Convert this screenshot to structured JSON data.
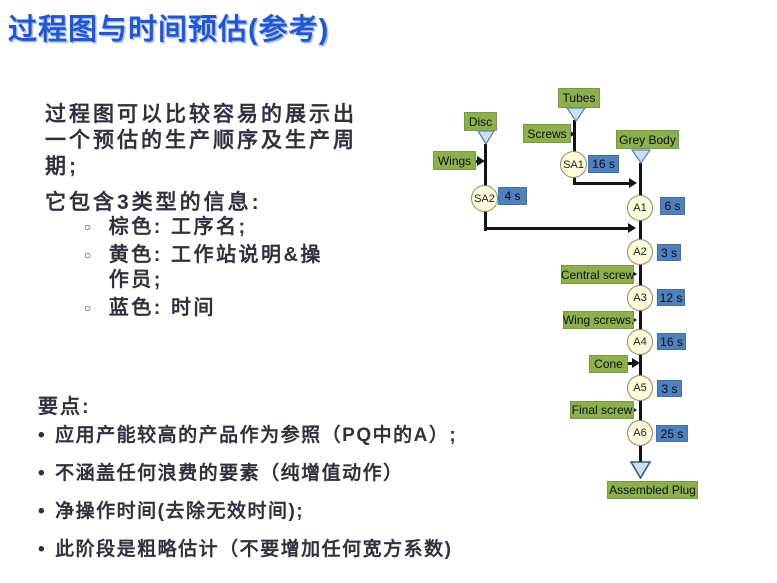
{
  "title": "过程图与时间预估(参考)",
  "intro": {
    "paragraph": "过程图可以比较容易的展示出一个预估的生产顺序及生产周期;",
    "heading": "它包含3类型的信息:",
    "legend": [
      {
        "label": "棕色: 工序名;"
      },
      {
        "label": "黄色: 工作站说明&操作员;"
      },
      {
        "label": "蓝色: 时间"
      }
    ]
  },
  "key_points": {
    "heading": "要点:",
    "items": [
      {
        "label": "应用产能较高的产品作为参照（PQ中的A）;"
      },
      {
        "label": "不涵盖任何浪费的要素（纯增值动作）"
      },
      {
        "label": "净操作时间(去除无效时间);"
      },
      {
        "label": "此阶段是粗略估计（不要增加任何宽方系数)"
      }
    ]
  },
  "diagram": {
    "process_boxes": [
      {
        "label": "Tubes"
      },
      {
        "label": "Disc"
      },
      {
        "label": "Screws"
      },
      {
        "label": "Grey Body"
      },
      {
        "label": "Wings"
      },
      {
        "label": "Central screw"
      },
      {
        "label": "Wing screws."
      },
      {
        "label": "Cone"
      },
      {
        "label": "Final screw"
      },
      {
        "label": "Assembled Plug"
      }
    ],
    "nodes": [
      {
        "label": "SA1"
      },
      {
        "label": "SA2"
      },
      {
        "label": "A1"
      },
      {
        "label": "A2"
      },
      {
        "label": "A3"
      },
      {
        "label": "A4"
      },
      {
        "label": "A5"
      },
      {
        "label": "A6"
      }
    ],
    "time_labels": [
      {
        "label": "16 s"
      },
      {
        "label": "4 s"
      },
      {
        "label": "6 s"
      },
      {
        "label": "3 s"
      },
      {
        "label": "12 s"
      },
      {
        "label": "16 s"
      },
      {
        "label": "3 s"
      },
      {
        "label": "25 s"
      }
    ],
    "colors": {
      "process_box": "#8CB04E",
      "time_box": "#4E80BD",
      "node_fill": "#FDFBD8",
      "triangle_fill": "#C8E0F4",
      "line": "#141414",
      "title_blue": "#2456CE"
    }
  }
}
